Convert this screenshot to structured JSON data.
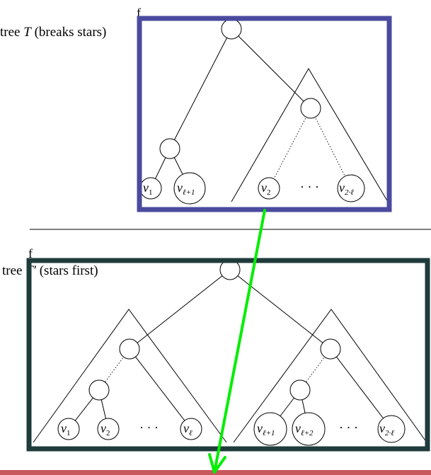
{
  "top": {
    "marker": "f",
    "caption_prefix": "tree ",
    "caption_var": "T",
    "caption_suffix": " (breaks stars)",
    "frame_color": "#4a4a9e",
    "leaves": [
      {
        "name": "v",
        "sub": "1"
      },
      {
        "name": "v",
        "sub": "ℓ+1"
      },
      {
        "name": "v",
        "sub": "2"
      },
      {
        "name": "v",
        "sub": "2·ℓ"
      }
    ],
    "ellipsis": "· · ·"
  },
  "bottom": {
    "marker": "f",
    "caption_prefix": "tree ",
    "caption_var": "T′",
    "caption_suffix": " (stars first)",
    "frame_color": "#1f3b3b",
    "leaves": [
      {
        "name": "v",
        "sub": "1"
      },
      {
        "name": "v",
        "sub": "2"
      },
      {
        "name": "v",
        "sub": "ℓ"
      },
      {
        "name": "v",
        "sub": "ℓ+1"
      },
      {
        "name": "v",
        "sub": "ℓ+2"
      },
      {
        "name": "v",
        "sub": "2·ℓ"
      }
    ],
    "ellipsis_left": "· · ·",
    "ellipsis_right": "· · ·"
  },
  "colors": {
    "arrow": "#00ee00",
    "bottom_band": "#c8585c",
    "divider": "#000000"
  }
}
